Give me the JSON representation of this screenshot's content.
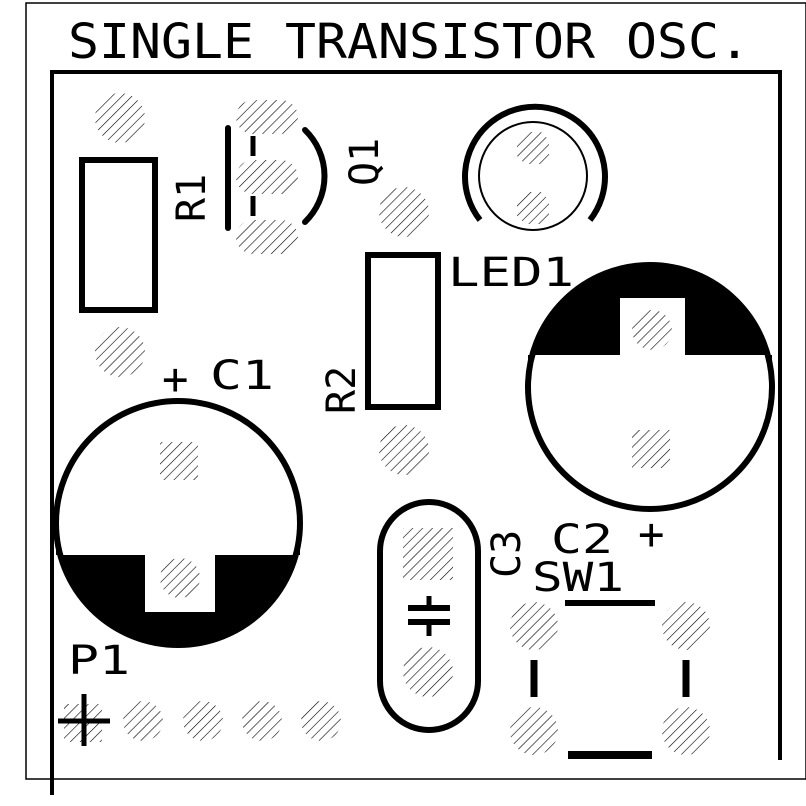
{
  "title": "SINGLE TRANSISTOR OSC.",
  "labels": {
    "r1": "R1",
    "q1": "Q1",
    "led1": "LED1",
    "r2": "R2",
    "c1": "C1",
    "c1_polarity": "+",
    "c2": "C2",
    "c2_polarity": "+",
    "c3": "C3",
    "sw1": "SW1",
    "p1": "P1"
  },
  "colors": {
    "ink": "#000000",
    "board": "#ffffff"
  }
}
